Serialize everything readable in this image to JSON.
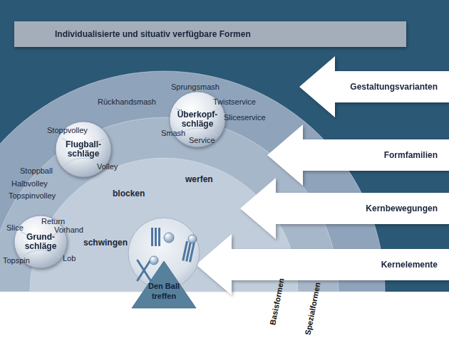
{
  "diagram": {
    "nodes": [
      {
        "text": [
          "Individualisierte und situativ verfügbare Formen"
        ]
      },
      {
        "text": [
          "Rückhandsmash",
          "Sprungsmash",
          "Twistservice",
          "Sliceservice",
          "Stoppvolley",
          "Stoppball",
          "Halbvolley",
          "Topspinvolley",
          "Slice",
          "Topspin"
        ]
      },
      {
        "text": [
          "Smash",
          "Service",
          "Volley",
          "Return",
          "Vorhand",
          "Lob"
        ],
        "in": 1
      },
      {
        "text": [
          "werfen",
          "blocken",
          "schwingen"
        ],
        "in": 2
      },
      {
        "text": [
          "Überkopf- schläge"
        ],
        "in": 2
      },
      {
        "text": [
          "Flugball- schläge"
        ],
        "in": 2
      },
      {
        "text": [
          "Grund- schläge"
        ],
        "in": 2
      },
      {
        "text": [
          "Den Ball treffen"
        ],
        "in": 3
      },
      {
        "text": [
          "Gestaltungsvarianten"
        ]
      },
      {
        "text": [
          "Formfamilien"
        ]
      },
      {
        "text": [
          "Kernbewegungen"
        ]
      },
      {
        "text": [
          "Kernelemente"
        ]
      }
    ],
    "labels": [
      "Basisformen",
      "Spezialformen"
    ]
  }
}
